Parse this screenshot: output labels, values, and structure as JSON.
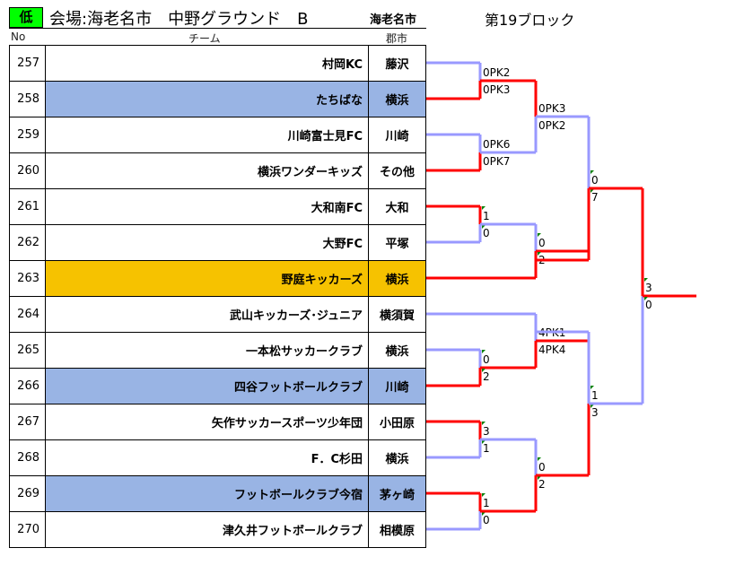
{
  "header": {
    "level": "低",
    "title": "会場:海老名市　中野グラウンド　B",
    "city": "海老名市",
    "block": "第19ブロック"
  },
  "columns": {
    "no": "No",
    "team": "チーム",
    "city": "郡市"
  },
  "teams": [
    {
      "no": "257",
      "name": "村岡KC",
      "city": "藤沢",
      "highlight": ""
    },
    {
      "no": "258",
      "name": "たちばな",
      "city": "横浜",
      "highlight": "blue"
    },
    {
      "no": "259",
      "name": "川崎富士見FC",
      "city": "川崎",
      "highlight": ""
    },
    {
      "no": "260",
      "name": "横浜ワンダーキッズ",
      "city": "その他",
      "highlight": ""
    },
    {
      "no": "261",
      "name": "大和南FC",
      "city": "大和",
      "highlight": ""
    },
    {
      "no": "262",
      "name": "大野FC",
      "city": "平塚",
      "highlight": ""
    },
    {
      "no": "263",
      "name": "野庭キッカーズ",
      "city": "横浜",
      "highlight": "orange"
    },
    {
      "no": "264",
      "name": "武山キッカーズ･ジュニア",
      "city": "横須賀",
      "highlight": ""
    },
    {
      "no": "265",
      "name": "一本松サッカークラブ",
      "city": "横浜",
      "highlight": ""
    },
    {
      "no": "266",
      "name": "四谷フットボールクラブ",
      "city": "川崎",
      "highlight": "blue"
    },
    {
      "no": "267",
      "name": "矢作サッカースポーツ少年団",
      "city": "小田原",
      "highlight": ""
    },
    {
      "no": "268",
      "name": "F．C杉田",
      "city": "横浜",
      "highlight": ""
    },
    {
      "no": "269",
      "name": "フットボールクラブ今宿",
      "city": "茅ヶ崎",
      "highlight": "blue"
    },
    {
      "no": "270",
      "name": "津久井フットボールクラブ",
      "city": "相模原",
      "highlight": ""
    }
  ],
  "colors": {
    "winner": "#ff0000",
    "loser": "#9999ff",
    "level_bg": "#00ff00",
    "highlight_blue": "#99b4e4",
    "highlight_orange": "#f6c200"
  },
  "matches": [
    {
      "id": "r1-1",
      "top_score": "0PK2",
      "bottom_score": "0PK3",
      "winner": "bottom"
    },
    {
      "id": "r1-2",
      "top_score": "0PK6",
      "bottom_score": "0PK7",
      "winner": "bottom"
    },
    {
      "id": "r1-3",
      "top_score": "1",
      "bottom_score": "0",
      "winner": "top"
    },
    {
      "id": "r1-4",
      "top_score": "0",
      "bottom_score": "2",
      "winner": "bottom"
    },
    {
      "id": "r1-5",
      "top_score": "3",
      "bottom_score": "1",
      "winner": "top"
    },
    {
      "id": "r1-6",
      "top_score": "1",
      "bottom_score": "0",
      "winner": "top"
    },
    {
      "id": "r2-1",
      "top_score": "0PK3",
      "bottom_score": "0PK2",
      "winner": "top"
    },
    {
      "id": "r2-2",
      "top_score": "0",
      "bottom_score": "2",
      "winner": "bottom"
    },
    {
      "id": "r2-3",
      "top_score": "4PK1",
      "bottom_score": "4PK4",
      "winner": "bottom"
    },
    {
      "id": "r2-4",
      "top_score": "0",
      "bottom_score": "2",
      "winner": "bottom"
    },
    {
      "id": "r3-1",
      "top_score": "0",
      "bottom_score": "7",
      "winner": "bottom"
    },
    {
      "id": "r3-2",
      "top_score": "1",
      "bottom_score": "3",
      "winner": "bottom"
    },
    {
      "id": "final",
      "top_score": "3",
      "bottom_score": "0",
      "winner": "top"
    }
  ]
}
